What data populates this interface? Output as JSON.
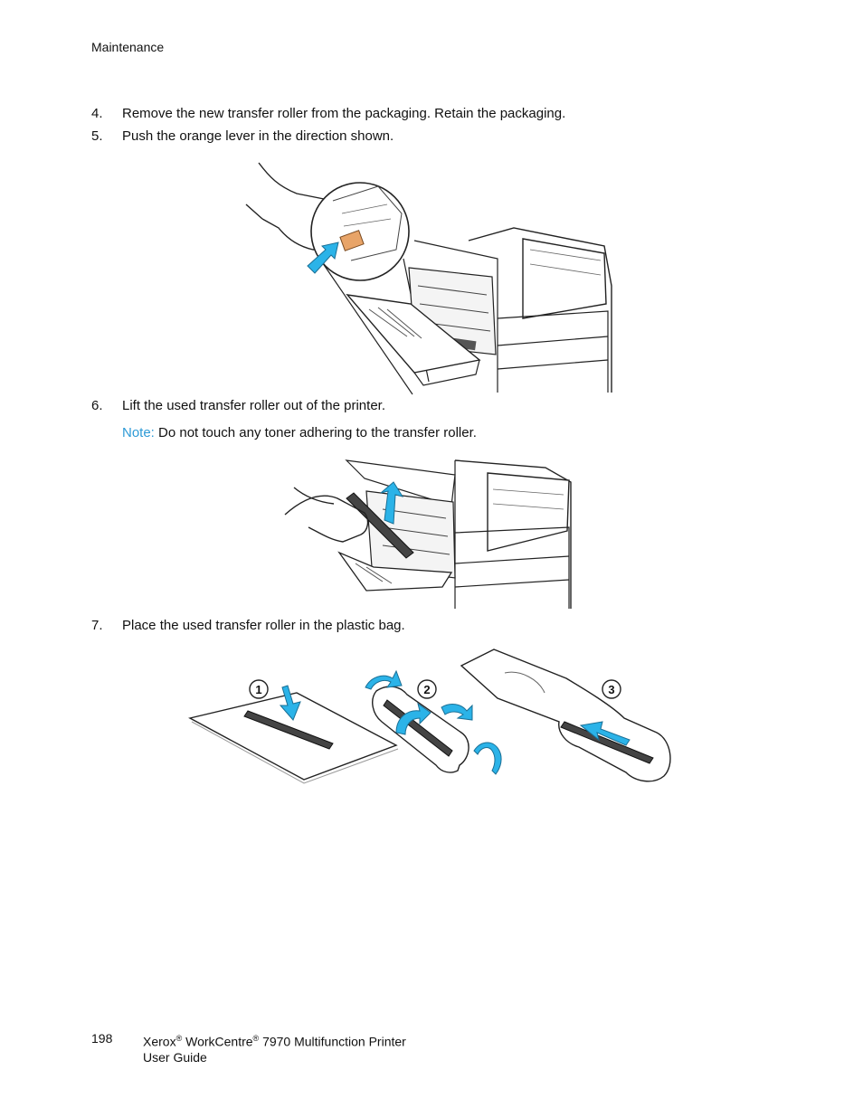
{
  "header": {
    "section": "Maintenance"
  },
  "steps": [
    {
      "number": "4.",
      "text": "Remove the new transfer roller from the packaging. Retain the packaging."
    },
    {
      "number": "5.",
      "text": "Push the orange lever in the direction shown."
    },
    {
      "number": "6.",
      "text": "Lift the used transfer roller out of the printer."
    },
    {
      "number": "7.",
      "text": "Place the used transfer roller in the plastic bag."
    }
  ],
  "note": {
    "label": "Note:",
    "text": "Do not touch any toner adhering to the transfer roller."
  },
  "figure3": {
    "callouts": [
      "1",
      "2",
      "3"
    ]
  },
  "colors": {
    "arrow": "#2bb3e8",
    "lever": "#e8a468",
    "note": "#2d9ad6"
  },
  "footer": {
    "page_number": "198",
    "brand": "Xerox",
    "reg_mark": "®",
    "product": "WorkCentre",
    "model": "7970 Multifunction Printer",
    "doc_type": "User Guide"
  }
}
